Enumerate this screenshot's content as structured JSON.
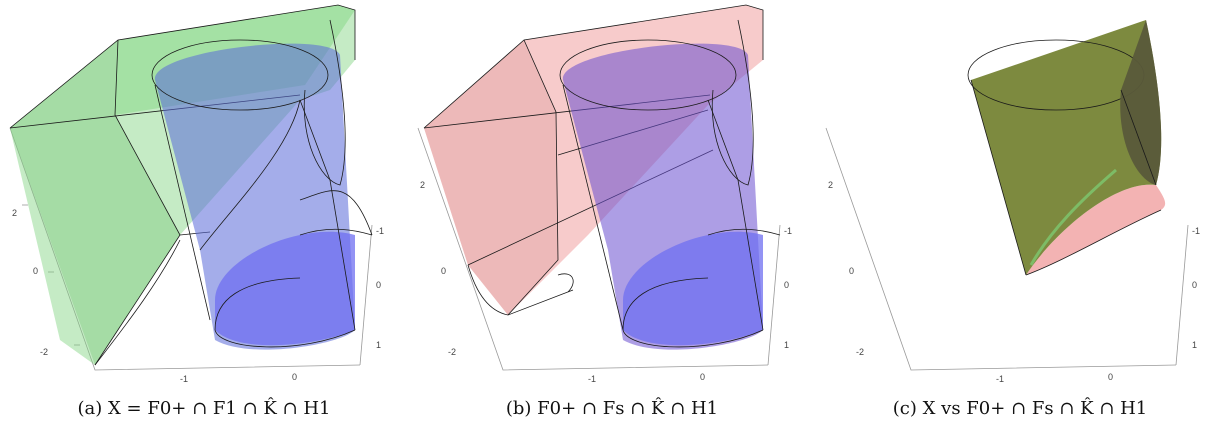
{
  "panels": [
    {
      "id": "a",
      "caption": "(a) X = F0+ ∩ F1 ∩ K̂ ∩ H1",
      "ticks": {
        "left": [
          "2",
          "0",
          "-2"
        ],
        "bottom": [
          "-1",
          "0"
        ],
        "right": [
          "-1",
          "0",
          "1"
        ]
      }
    },
    {
      "id": "b",
      "caption": "(b) F0+ ∩ Fs ∩ K̂ ∩ H1",
      "ticks": {
        "left": [
          "2",
          "0",
          "-2"
        ],
        "bottom": [
          "-1",
          "0"
        ],
        "right": [
          "-1",
          "0",
          "1"
        ]
      }
    },
    {
      "id": "c",
      "caption": "(c) X vs F0+ ∩ Fs ∩ K̂ ∩ H1",
      "ticks": {
        "left": [
          "2",
          "0",
          "-2"
        ],
        "bottom": [
          "-1",
          "0"
        ],
        "right": [
          "-1",
          "0",
          "1"
        ]
      }
    }
  ],
  "colors": {
    "green": "#7fd37f",
    "pink": "#f0a0a0",
    "blue": "#6a6af0",
    "olive": "#6f7d2a"
  }
}
